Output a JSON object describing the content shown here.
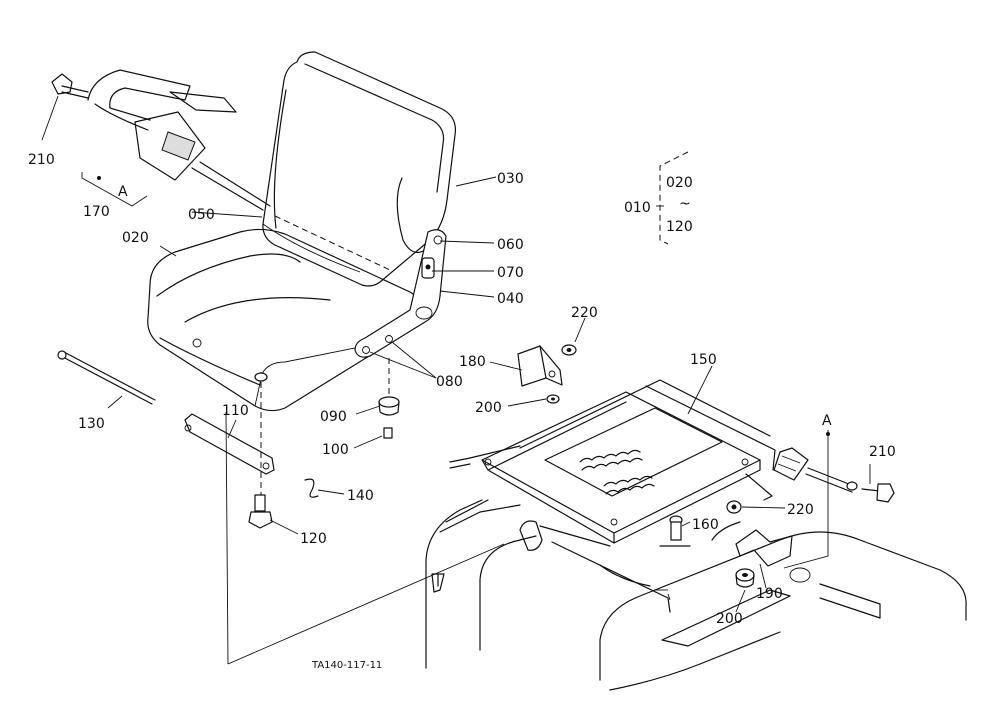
{
  "drawing_code": "TA140-117-11",
  "labels": {
    "l210a": "210",
    "l170": "170",
    "lA1": "A",
    "l050": "050",
    "l020": "020",
    "l030": "030",
    "l060": "060",
    "l070": "070",
    "l040": "040",
    "l080": "080",
    "l090": "090",
    "l100": "100",
    "l130": "130",
    "l110": "110",
    "l140": "140",
    "l120": "120",
    "l220a": "220",
    "l180": "180",
    "l200a": "200",
    "l150": "150",
    "lA2": "A",
    "l210b": "210",
    "l220b": "220",
    "l160": "160",
    "l190": "190",
    "l200b": "200",
    "l010": "010",
    "l020b": "020",
    "l120b": "120",
    "ltilde": "~"
  }
}
